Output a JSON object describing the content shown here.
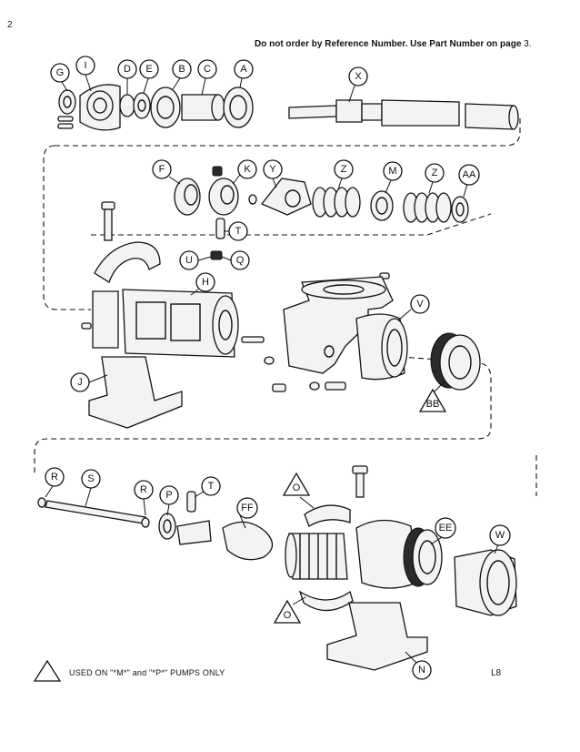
{
  "page_number": "2",
  "notice": "Do not order by Reference Number. Use Part Number on page",
  "notice_page": "3.",
  "footnote": "USED ON \"*M*\" and \"*P*\" PUMPS ONLY",
  "figure_code": "L8",
  "callouts": {
    "G": "G",
    "I": "I",
    "D": "D",
    "E": "E",
    "B": "B",
    "C": "C",
    "A": "A",
    "X": "X",
    "F": "F",
    "K": "K",
    "Y": "Y",
    "Z1": "Z",
    "M": "M",
    "Z2": "Z",
    "AA": "AA",
    "T1": "T",
    "U": "U",
    "Q": "Q",
    "H": "H",
    "V": "V",
    "J": "J",
    "BB": "BB",
    "R1": "R",
    "S": "S",
    "R2": "R",
    "P": "P",
    "T2": "T",
    "O1": "O",
    "FF": "FF",
    "EE": "EE",
    "W": "W",
    "O2": "O",
    "N": "N"
  }
}
